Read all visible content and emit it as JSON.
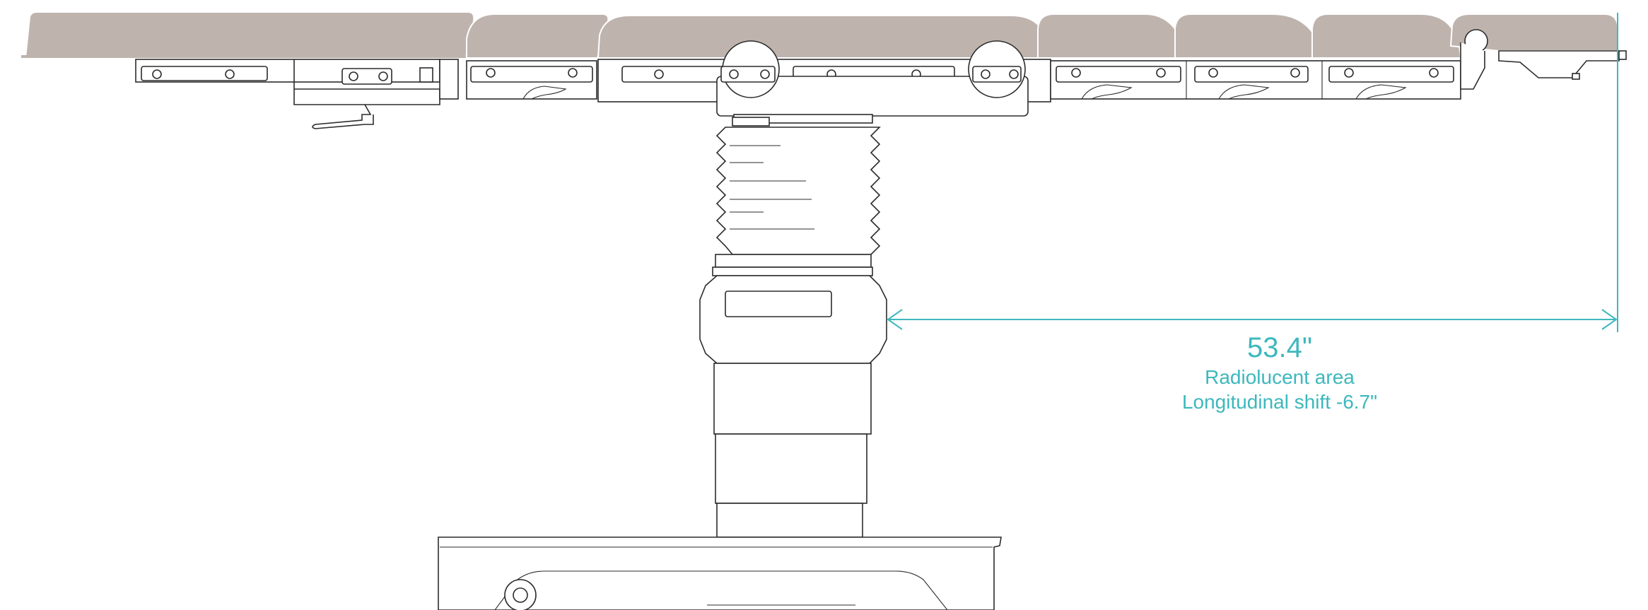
{
  "colors": {
    "pad": "#bfb3ad",
    "line": "#2b2b2b",
    "dimension": "#3db8bd"
  },
  "dimension": {
    "value": "53.4\"",
    "line1": "Radiolucent area",
    "line2": "Longitudinal shift -6.7\""
  }
}
